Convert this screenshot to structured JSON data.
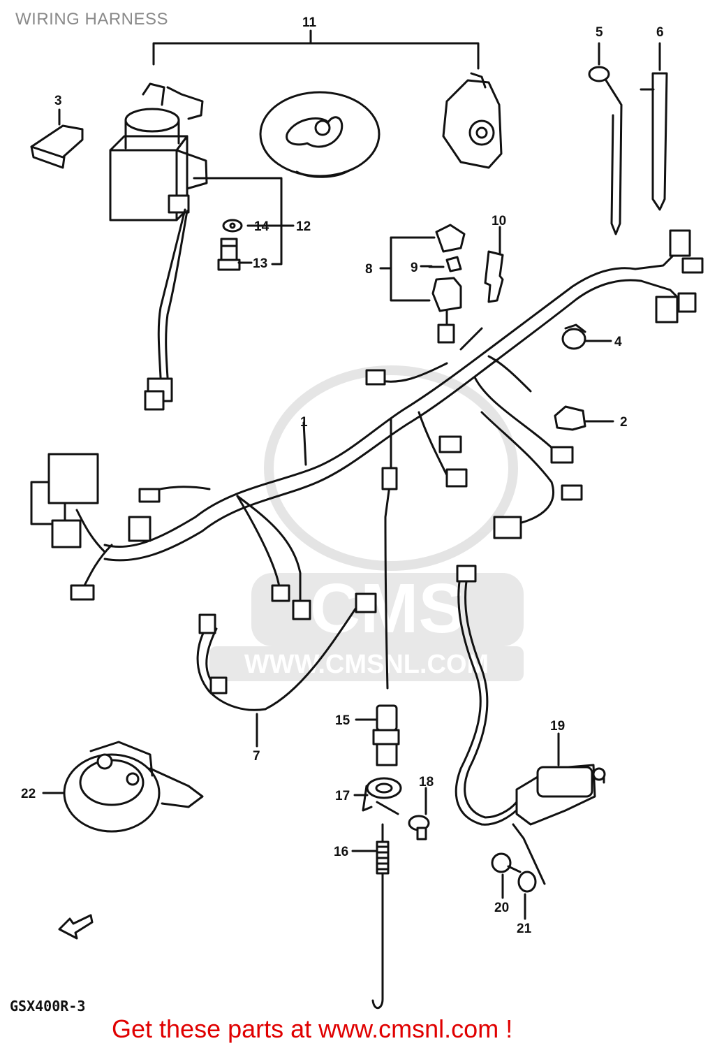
{
  "header": {
    "title": "WIRING HARNESS"
  },
  "footer": {
    "model_code": "GSX400R-3",
    "promo": "Get these parts at www.cmsnl.com !"
  },
  "watermark": {
    "brand": "CMS",
    "url": "WWW.CMSNL.COM"
  },
  "parts": {
    "p1": "1",
    "p2": "2",
    "p3": "3",
    "p4": "4",
    "p5": "5",
    "p6": "6",
    "p7": "7",
    "p8": "8",
    "p9": "9",
    "p10": "10",
    "p11": "11",
    "p12": "12",
    "p13": "13",
    "p14": "14",
    "p15": "15",
    "p16": "16",
    "p17": "17",
    "p18": "18",
    "p19": "19",
    "p20": "20",
    "p21": "21",
    "p22": "22"
  },
  "colors": {
    "line": "#111111",
    "title": "#8a8a8a",
    "promo": "#e00000",
    "watermark": "#dcdcdc"
  }
}
